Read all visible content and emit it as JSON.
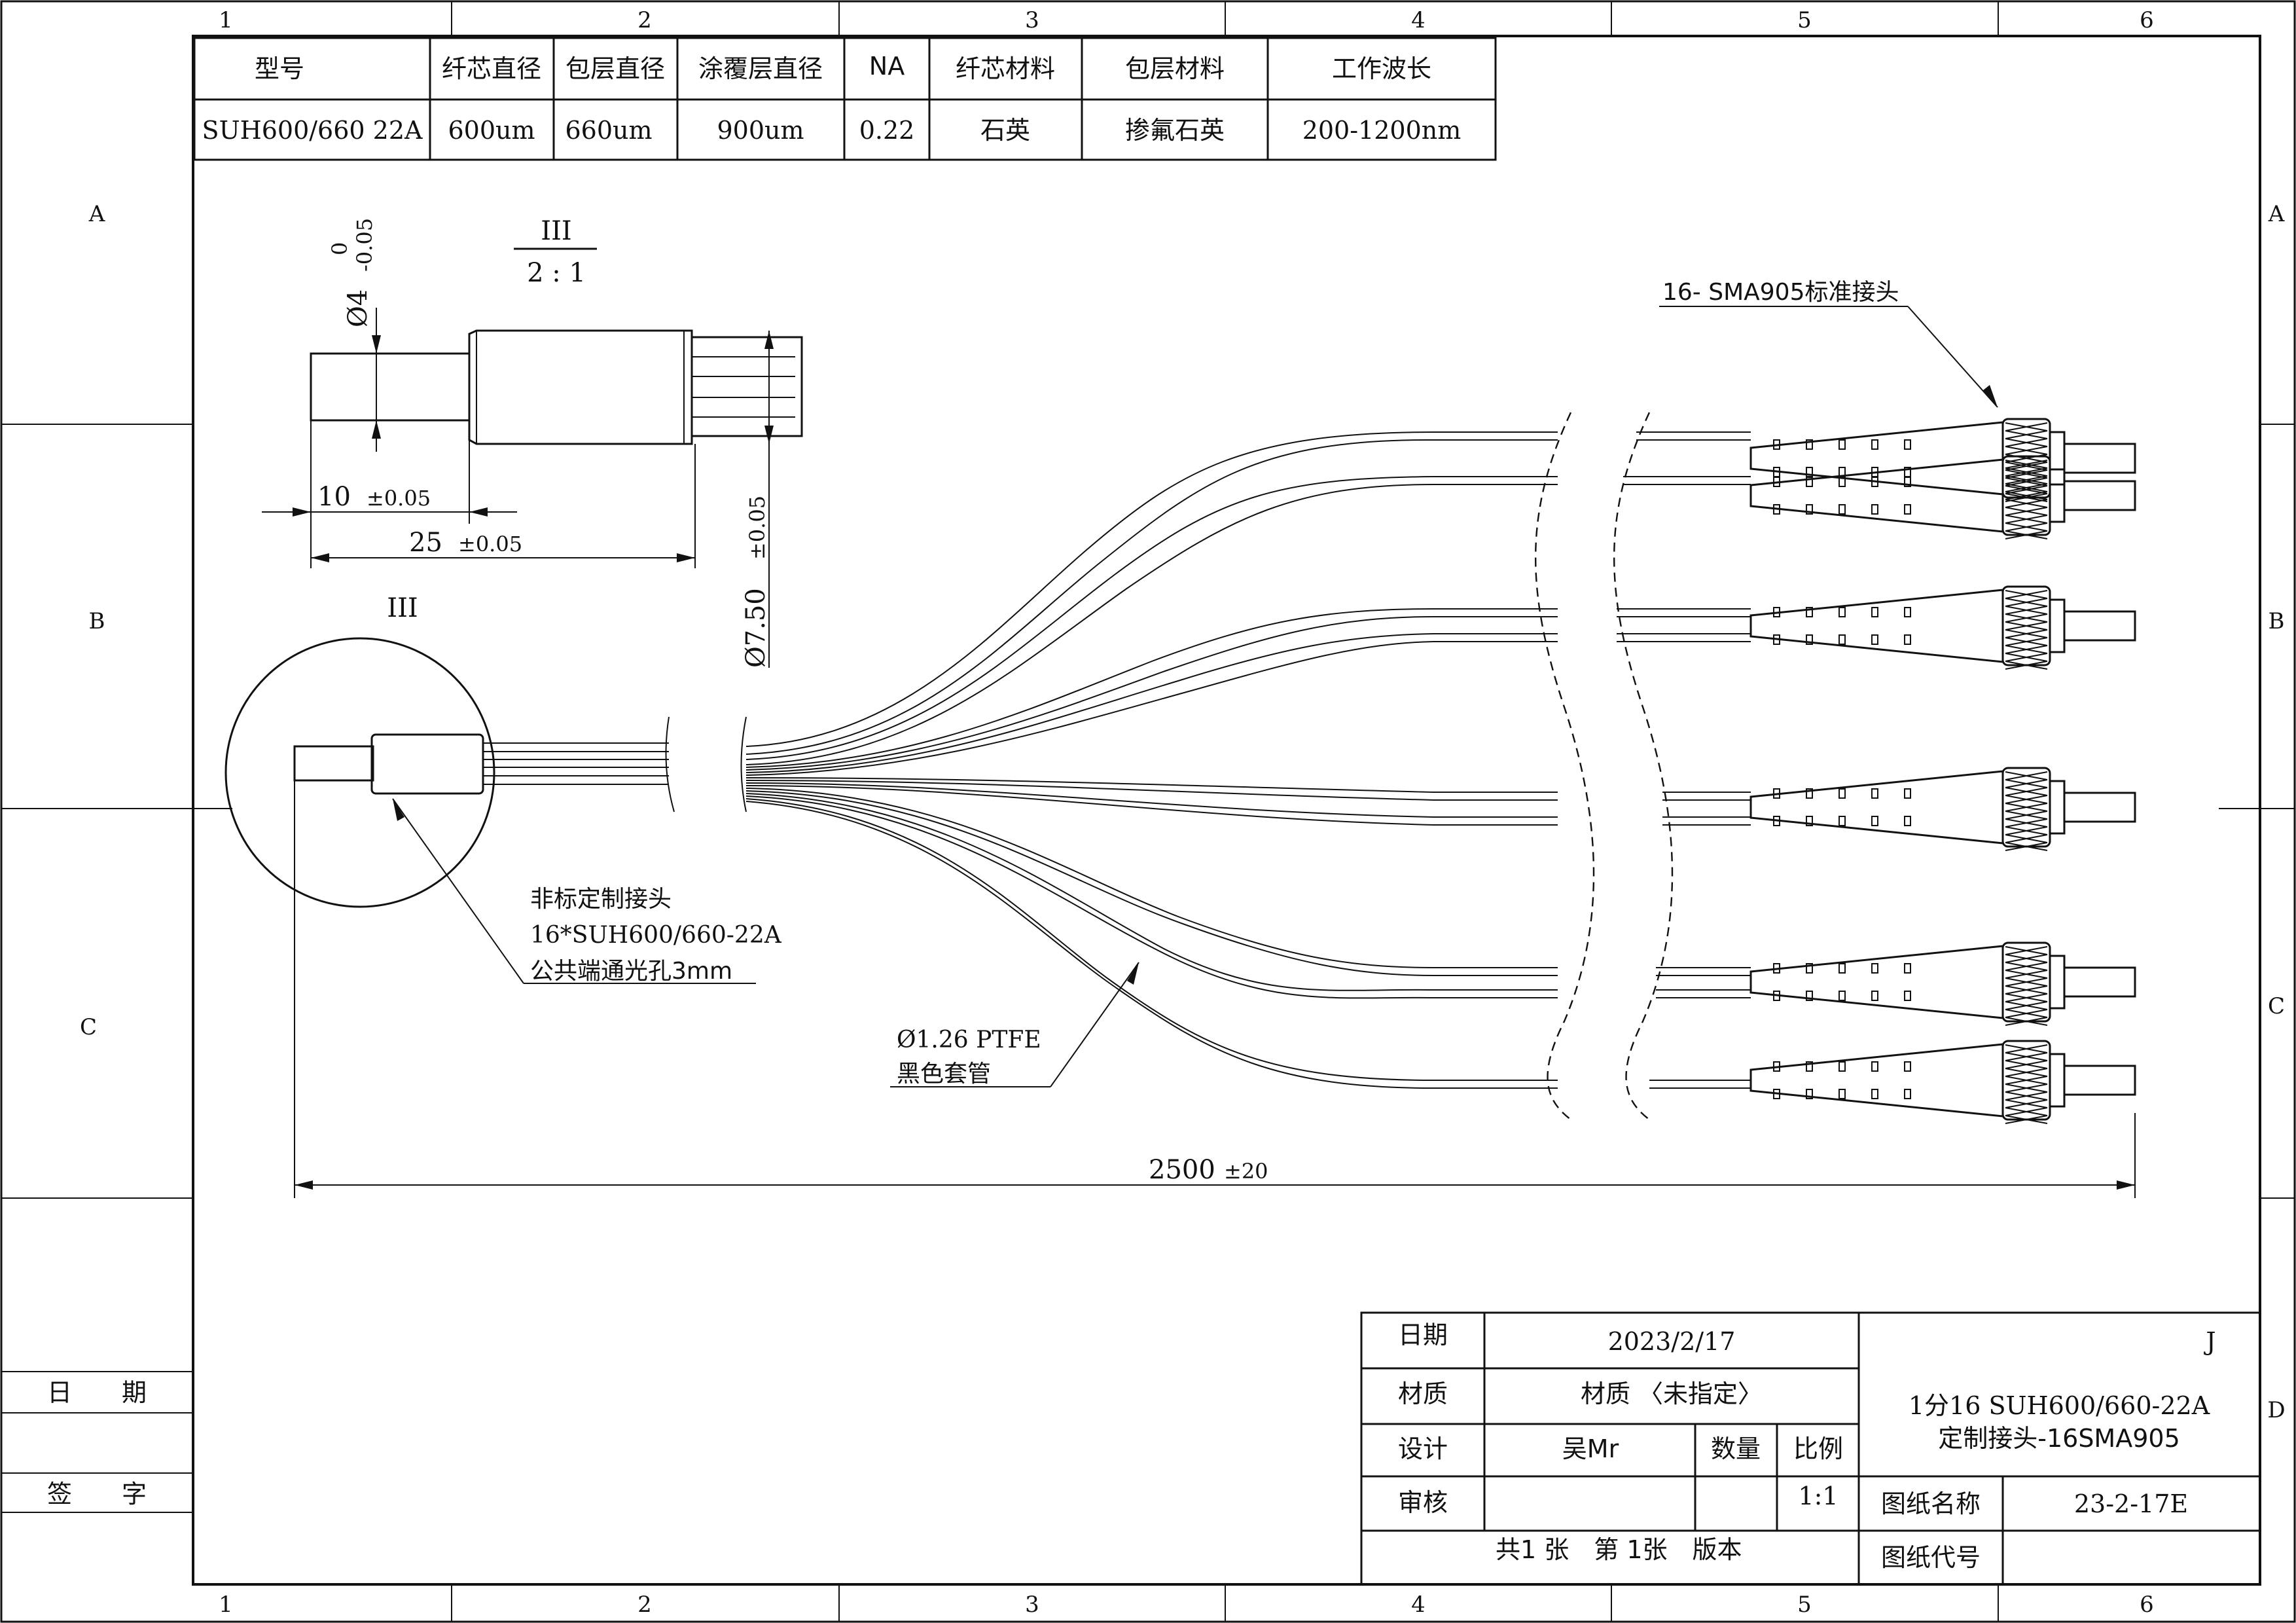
{
  "zones": {
    "columns": [
      "1",
      "2",
      "3",
      "4",
      "5",
      "6"
    ],
    "rows": [
      "A",
      "B",
      "C",
      "D"
    ]
  },
  "spec_table": {
    "headers": [
      "型号",
      "纤芯直径",
      "包层直径",
      "涂覆层直径",
      "NA",
      "纤芯材料",
      "包层材料",
      "工作波长"
    ],
    "values": [
      "SUH600/660 22A",
      "600um",
      "660um",
      "900um",
      "0.22",
      "石英",
      "掺氟石英",
      "200-1200nm"
    ]
  },
  "detail_view": {
    "label": "III",
    "scale": "2 : 1",
    "dia_tip": "Ø4",
    "tol_upper": "0",
    "tol_lower": "-0.05",
    "len_tip": "10",
    "len_tip_tol": "±0.05",
    "len_total": "25",
    "len_total_tol": "±0.05",
    "dia_body": "Ø7.50",
    "dia_body_tol": "±0.05"
  },
  "main_view": {
    "circle_label": "III",
    "connector_note": "16- SMA905标准接头",
    "custom_note_1": "非标定制接头",
    "custom_note_2": "16*SUH600/660-22A",
    "custom_note_3": "公共端通光孔3mm",
    "tube_note_1": "Ø1.26 PTFE",
    "tube_note_2": "黑色套管",
    "overall_length": "2500",
    "overall_tol": "±20"
  },
  "left_block": {
    "date_label": "日　　期",
    "sign_label": "签　　字"
  },
  "title_block": {
    "date_label": "日期",
    "date_value": "2023/2/17",
    "material_label": "材质",
    "material_value": "材质 〈未指定〉",
    "design_label": "设计",
    "designer": "吴Mr",
    "qty_label": "数量",
    "ratio_label": "比例",
    "review_label": "审核",
    "ratio_value": "1:1",
    "sheets": "共1 张　第 1张　版本",
    "corner_mark": "J",
    "title_1": "1分16 SUH600/660-22A",
    "title_2": "定制接头-16SMA905",
    "drawing_name_label": "图纸名称",
    "drawing_name": "23-2-17E",
    "drawing_code_label": "图纸代号"
  }
}
